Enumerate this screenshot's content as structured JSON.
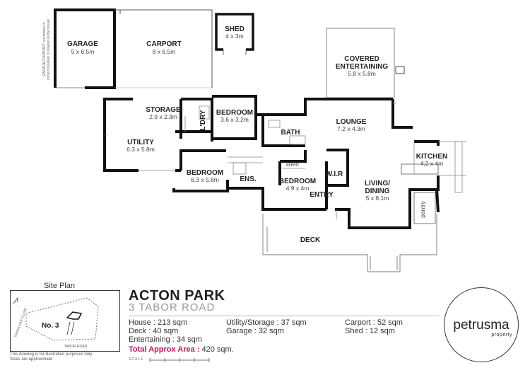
{
  "plan": {
    "rooms": [
      {
        "id": "garage",
        "name": "GARAGE",
        "dims": "5 x 6.5m"
      },
      {
        "id": "carport",
        "name": "CARPORT",
        "dims": "8 x 6.5m"
      },
      {
        "id": "shed",
        "name": "SHED",
        "dims": "4 x 3m"
      },
      {
        "id": "covered",
        "name": "COVERED",
        "name2": "ENTERTAINING",
        "dims": "5.8 x 5.8m"
      },
      {
        "id": "storage",
        "name": "STORAGE",
        "dims": "2.9 x 2.3m"
      },
      {
        "id": "laundry",
        "name": "L'DRY"
      },
      {
        "id": "bedroom1",
        "name": "BEDROOM",
        "dims": "3.6 x 3.2m"
      },
      {
        "id": "bath",
        "name": "BATH"
      },
      {
        "id": "lounge",
        "name": "LOUNGE",
        "dims": "7.2 x 4.3m"
      },
      {
        "id": "utility",
        "name": "UTILITY",
        "dims": "6.3 x 5.8m"
      },
      {
        "id": "kitchen",
        "name": "KITCHEN",
        "dims": "4.2 x 4m"
      },
      {
        "id": "bedroom2",
        "name": "BEDROOM",
        "dims": "6.3 x 5.8m"
      },
      {
        "id": "ens",
        "name": "ENS."
      },
      {
        "id": "bedroom3",
        "name": "BEDROOM",
        "dims": "4.9 x 4m"
      },
      {
        "id": "wir",
        "name": "W.I.R"
      },
      {
        "id": "entry",
        "name": "ENTRY"
      },
      {
        "id": "living",
        "name": "LIVING/",
        "name2": "DINING",
        "dims": "5 x 8.1m"
      },
      {
        "id": "deck",
        "name": "DECK"
      }
    ],
    "linen": "linen",
    "pantry": "pantry",
    "garage_note_1": "GARAGE/CARPORT not shown in",
    "garage_note_2": "correct location in relation to the house"
  },
  "site_plan": {
    "label": "Site Plan",
    "lot": "No. 3",
    "road": "TABOR ROAD",
    "side_road": "TRAFALGAR CLOSE"
  },
  "disclaimer_1": "This drawing is for illustration purposes only.",
  "disclaimer_2": "Sizes are approximate",
  "property": {
    "name": "ACTON PARK",
    "address": "3 TABOR ROAD"
  },
  "stats": {
    "house": "House : 213 sqm",
    "deck": "Deck : 40 sqm",
    "entertaining": "Entertaining : 34 sqm",
    "utility": "Utility/Storage : 37 sqm",
    "garage": "Garage : 32 sqm",
    "carport": "Carport : 52 sqm",
    "shed": "Shed : 12 sqm",
    "total_label": "Total Approx Area :",
    "total_value": " 420 sqm."
  },
  "scale_label": "SCALE",
  "logo": {
    "main": "petrusma",
    "sub": "property"
  },
  "colors": {
    "wall": "#111111",
    "thin_line": "#888888",
    "accent": "#c2185b"
  }
}
